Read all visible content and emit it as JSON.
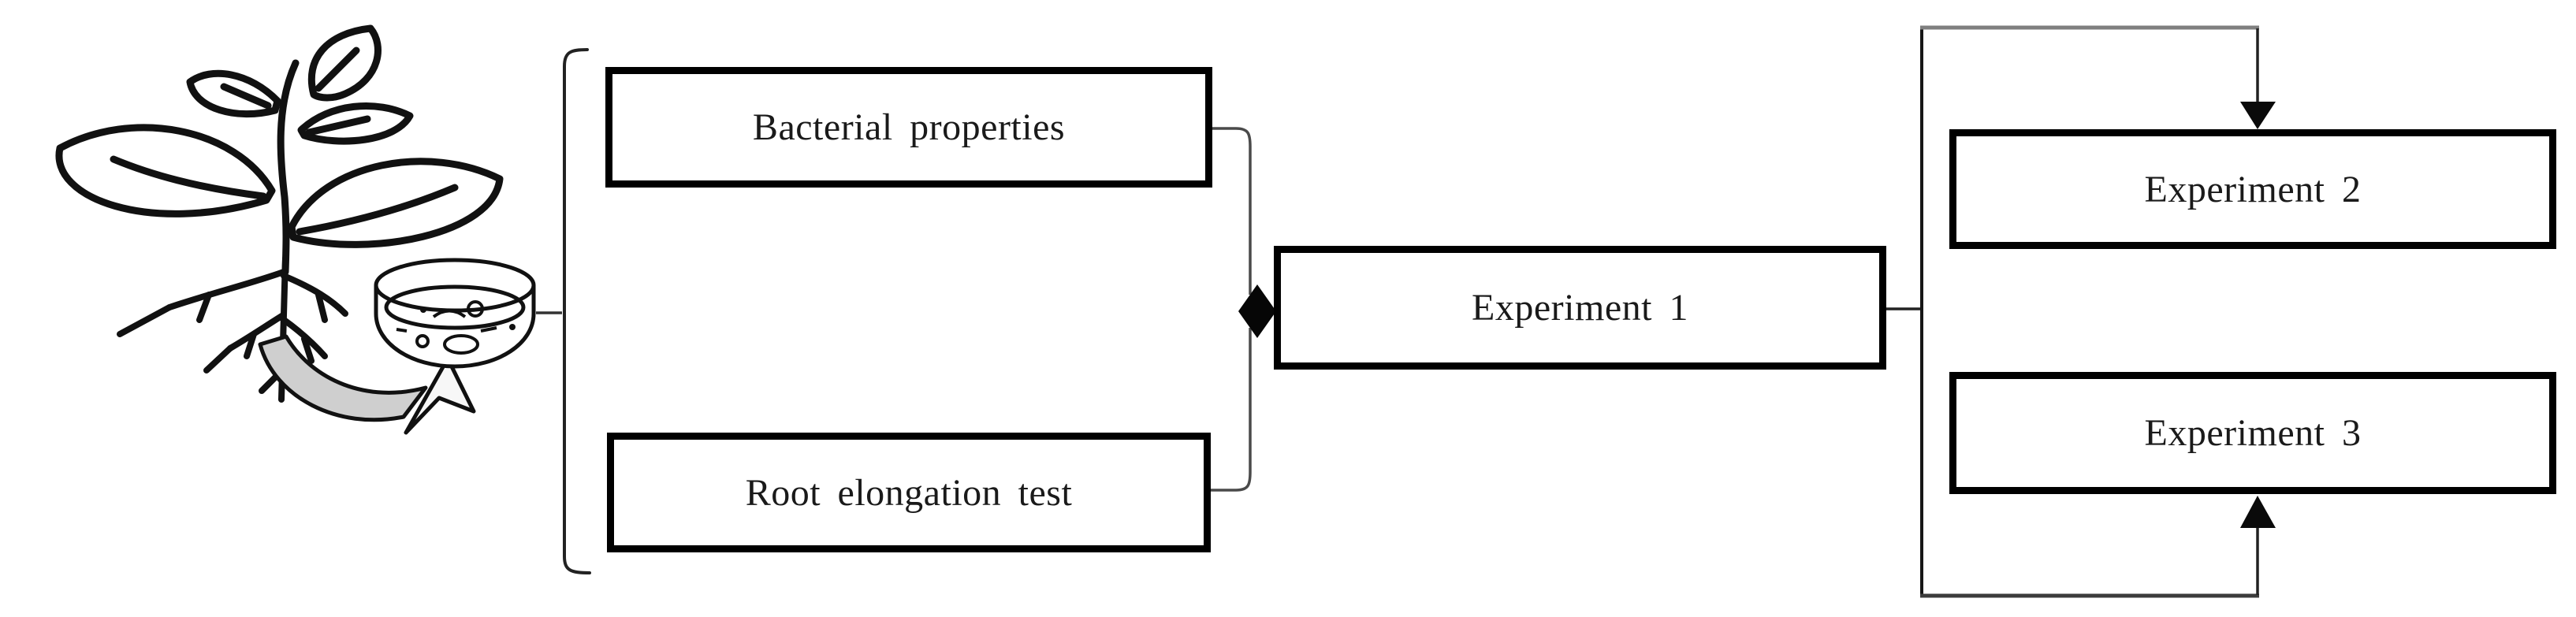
{
  "figure": {
    "nodes": {
      "bacterial_properties": {
        "label": "Bacterial properties"
      },
      "root_elongation_test": {
        "label": "Root elongation test"
      },
      "experiment_1": {
        "label": "Experiment 1"
      },
      "experiment_2": {
        "label": "Experiment 2"
      },
      "experiment_3": {
        "label": "Experiment 3"
      }
    },
    "edges": {
      "merge_sources": [
        "Bacterial properties",
        "Root elongation test"
      ],
      "merge_target": "Experiment 1",
      "branch_source": "Experiment 1",
      "branch_targets": [
        "Experiment 2",
        "Experiment 3"
      ]
    },
    "icons": {
      "plant": "plant-icon",
      "petri_dish": "petri-dish-icon",
      "transfer_arrow": "curved-arrow-icon",
      "grouping_bracket": "left-square-bracket",
      "merge_arrowhead": "diamond-arrowhead-icon"
    },
    "colors": {
      "background": "#ffffff",
      "box_border": "#000000",
      "text": "#1a1a1a",
      "ink": "#111111",
      "connector": "#4a4a4a",
      "loop_top_line": "#7f7f7f",
      "loop_bottom_line": "#3c3c3c",
      "arrow_band_fill": "#cfcfcf"
    }
  }
}
